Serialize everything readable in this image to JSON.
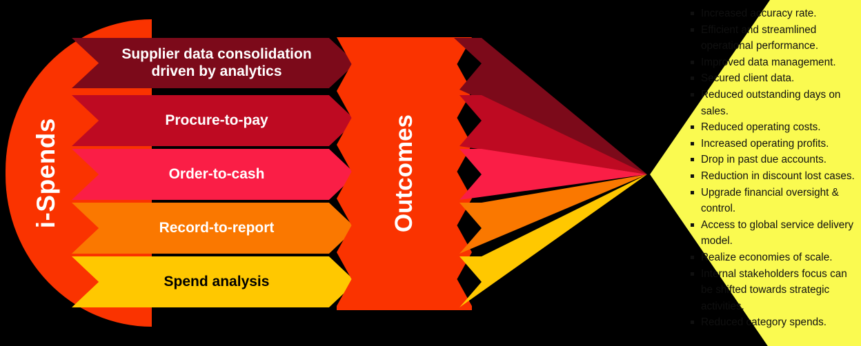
{
  "diagram": {
    "title": "i-Spends process to outcomes diagram",
    "left_stage": {
      "label": "i-Spends",
      "color": "#FA3300",
      "text_color": "#FFFFFF"
    },
    "process_bars": [
      {
        "label": "Supplier data consolidation driven by analytics",
        "color": "#7C0A1A",
        "text_color": "#FFFFFF"
      },
      {
        "label": "Procure-to-pay",
        "color": "#BE0A22",
        "text_color": "#FFFFFF"
      },
      {
        "label": "Order-to-cash",
        "color": "#FA1E46",
        "text_color": "#FFFFFF"
      },
      {
        "label": "Record-to-report",
        "color": "#FA7800",
        "text_color": "#FFFFFF"
      },
      {
        "label": "Spend analysis",
        "color": "#FFC800",
        "text_color": "#000000"
      }
    ],
    "center_stage": {
      "label": "Outcomes",
      "color": "#FA3300",
      "text_color": "#FFFFFF"
    },
    "fan_wedges": [
      {
        "color": "#7C0A1A"
      },
      {
        "color": "#BE0A22"
      },
      {
        "color": "#FA1E46"
      },
      {
        "color": "#FA7800"
      },
      {
        "color": "#FFC800"
      }
    ],
    "outcomes_panel": {
      "color": "#FAFA50",
      "text_color": "#101010",
      "bullet": "square",
      "items": [
        "Increased accuracy rate.",
        "Efficient and streamlined operational performance.",
        "Improved data management.",
        "Secured client data.",
        "Reduced outstanding days on sales.",
        "Reduced operating costs.",
        "Increased operating profits.",
        "Drop in past due accounts.",
        "Reduction in discount lost cases.",
        "Upgrade financial oversight & control.",
        " Access to global service delivery  model.",
        " Realize economies of scale.",
        " Internal stakeholders focus can be shifted towards strategic activities.",
        " Reduced category spends."
      ]
    }
  }
}
